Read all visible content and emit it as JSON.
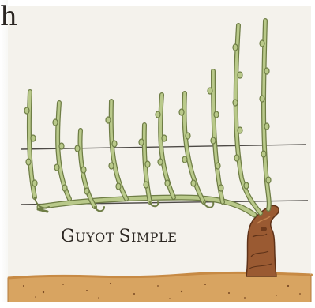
{
  "header": {
    "corner_letter": "h"
  },
  "caption": {
    "first_initial": "G",
    "first_rest": "UYOT",
    "second_initial": "S",
    "second_rest": "IMPLE"
  },
  "colors": {
    "paper": "#f4f2ec",
    "cane_green": "#b9c98a",
    "cane_outline": "#6e7d45",
    "trunk_brown": "#9a5a32",
    "soil": "#d8a461",
    "wire": "#4d4a46"
  },
  "icons": {
    "vine": "vine-illustration"
  }
}
